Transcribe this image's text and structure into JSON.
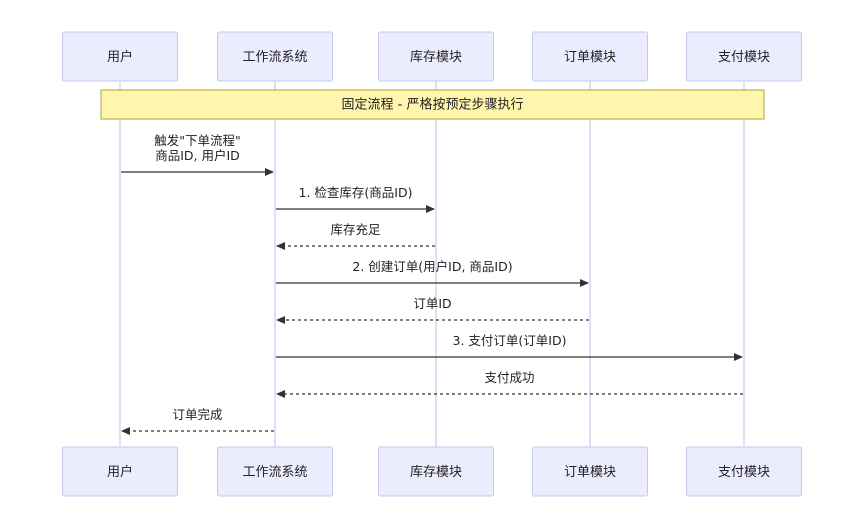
{
  "participants_top": [
    {
      "id": "user",
      "label": "用户"
    },
    {
      "id": "workflow",
      "label": "工作流系统"
    },
    {
      "id": "inventory",
      "label": "库存模块"
    },
    {
      "id": "order",
      "label": "订单模块"
    },
    {
      "id": "payment",
      "label": "支付模块"
    }
  ],
  "participants_bottom": [
    {
      "id": "user",
      "label": "用户"
    },
    {
      "id": "workflow",
      "label": "工作流系统"
    },
    {
      "id": "inventory",
      "label": "库存模块"
    },
    {
      "id": "order",
      "label": "订单模块"
    },
    {
      "id": "payment",
      "label": "支付模块"
    }
  ],
  "note": {
    "text": "固定流程 - 严格按预定步骤执行",
    "from": "user",
    "to": "payment"
  },
  "messages": [
    {
      "from": "user",
      "to": "workflow",
      "lines": [
        "触发\"下单流程\"",
        "商品ID, 用户ID"
      ],
      "style": "solid"
    },
    {
      "from": "workflow",
      "to": "inventory",
      "lines": [
        "1. 检查库存(商品ID)"
      ],
      "style": "solid"
    },
    {
      "from": "inventory",
      "to": "workflow",
      "lines": [
        "库存充足"
      ],
      "style": "dashed"
    },
    {
      "from": "workflow",
      "to": "order",
      "lines": [
        "2. 创建订单(用户ID, 商品ID)"
      ],
      "style": "solid"
    },
    {
      "from": "order",
      "to": "workflow",
      "lines": [
        "订单ID"
      ],
      "style": "dashed"
    },
    {
      "from": "workflow",
      "to": "payment",
      "lines": [
        "3. 支付订单(订单ID)"
      ],
      "style": "solid"
    },
    {
      "from": "payment",
      "to": "workflow",
      "lines": [
        "支付成功"
      ],
      "style": "dashed"
    },
    {
      "from": "workflow",
      "to": "user",
      "lines": [
        "订单完成"
      ],
      "style": "dashed"
    }
  ]
}
